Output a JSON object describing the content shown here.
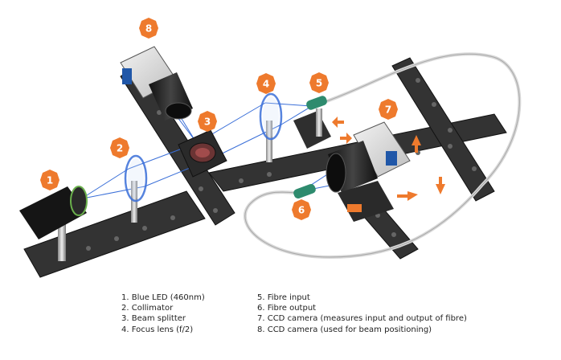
{
  "colors": {
    "badge": "#EE7A2D",
    "beam": "#3A6FD8",
    "arrow": "#EE7A2D",
    "fibre": "#D8D8D8",
    "connector": "#2E8B6E",
    "rail": "#333333"
  },
  "badges": [
    {
      "number": "1",
      "label": "Blue LED (460nm)"
    },
    {
      "number": "2",
      "label": "Collimator"
    },
    {
      "number": "3",
      "label": "Beam splitter"
    },
    {
      "number": "4",
      "label": "Focus lens (f/2)"
    },
    {
      "number": "5",
      "label": "Fibre input"
    },
    {
      "number": "6",
      "label": "Fibre output"
    },
    {
      "number": "7",
      "label": "CCD camera (measures input and output of fibre)"
    },
    {
      "number": "8",
      "label": "CCD camera (used for beam positioning)"
    }
  ],
  "legend": {
    "column1": [
      "1. Blue LED (460nm)",
      "2. Collimator",
      "3. Beam splitter",
      "4. Focus lens (f/2)"
    ],
    "column2": [
      "5. Fibre input",
      "6. Fibre output",
      "7. CCD camera (measures input and output of fibre)",
      "8. CCD camera (used for beam positioning)"
    ]
  }
}
